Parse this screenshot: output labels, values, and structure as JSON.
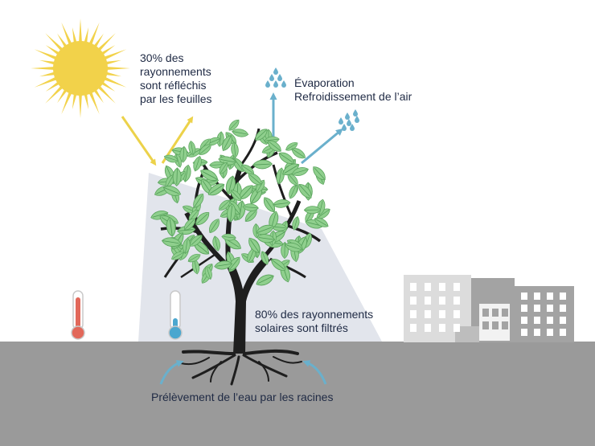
{
  "labels": {
    "reflection": "30% des\nrayonnements\nsont réfléchis\npar les feuilles",
    "evaporation": "Évaporation\nRefroidissement de l’air",
    "filtered": "80% des rayonnements\nsolaires sont filtrés",
    "roots": "Prélèvement de l’eau par les racines"
  },
  "icons": {
    "sun": "sun-icon",
    "thermometer_hot": "thermometer-hot-icon",
    "thermometer_cool": "thermometer-cool-icon",
    "water_drops": "water-drops-icon",
    "tree": "tree-icon",
    "buildings": "buildings-icon"
  },
  "colors": {
    "sun": "#f2d24a",
    "sun_arrows": "#ecd24a",
    "water_arrows": "#6ab0cc",
    "leaf": "#8fcf8d",
    "leaf_vein": "#4f9a55",
    "trunk": "#1e1e1e",
    "ground": "#9a9a9a",
    "shadow": "#d8dce6",
    "buildings": "#a3a3a3",
    "thermo_hot": "#e2685a",
    "thermo_cool": "#4ba7cf",
    "text": "#1f2a44"
  }
}
